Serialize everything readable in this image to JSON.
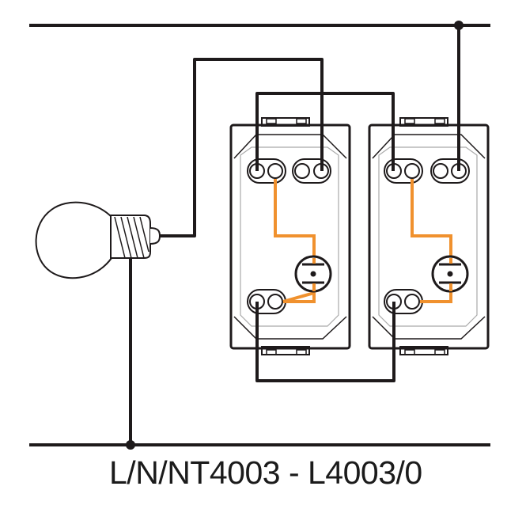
{
  "diagram": {
    "caption": "L/N/NT4003 - L4003/0",
    "colors": {
      "wire": "#1e1a1b",
      "internal": "#f0912e",
      "outline": "#1e1a1b",
      "inner_frame": "#a9a9a9"
    },
    "components": [
      {
        "id": "lamp",
        "type": "light-bulb"
      },
      {
        "id": "switch-1",
        "type": "two-way-switch"
      },
      {
        "id": "switch-2",
        "type": "two-way-switch"
      }
    ],
    "conductors": [
      {
        "id": "line-top",
        "label": ""
      },
      {
        "id": "line-bottom",
        "label": ""
      }
    ]
  }
}
